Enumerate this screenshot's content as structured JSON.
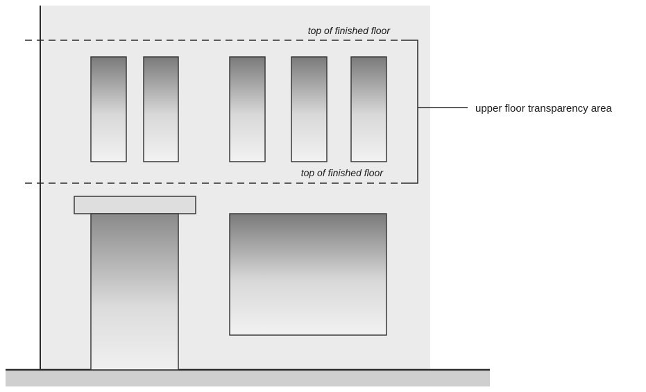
{
  "labels": {
    "upper_level_line": "top of finished floor",
    "lower_level_line": "top of finished floor",
    "bracket_callout": "upper floor transparency area"
  },
  "colors": {
    "facade": "#ebebeb",
    "ground": "#cfcfcf",
    "outline": "#3a3a3a",
    "glass_dark": "#7a7a7a",
    "glass_light": "#f2f2f2"
  },
  "icons": {
    "building": "building-elevation-drawing"
  }
}
